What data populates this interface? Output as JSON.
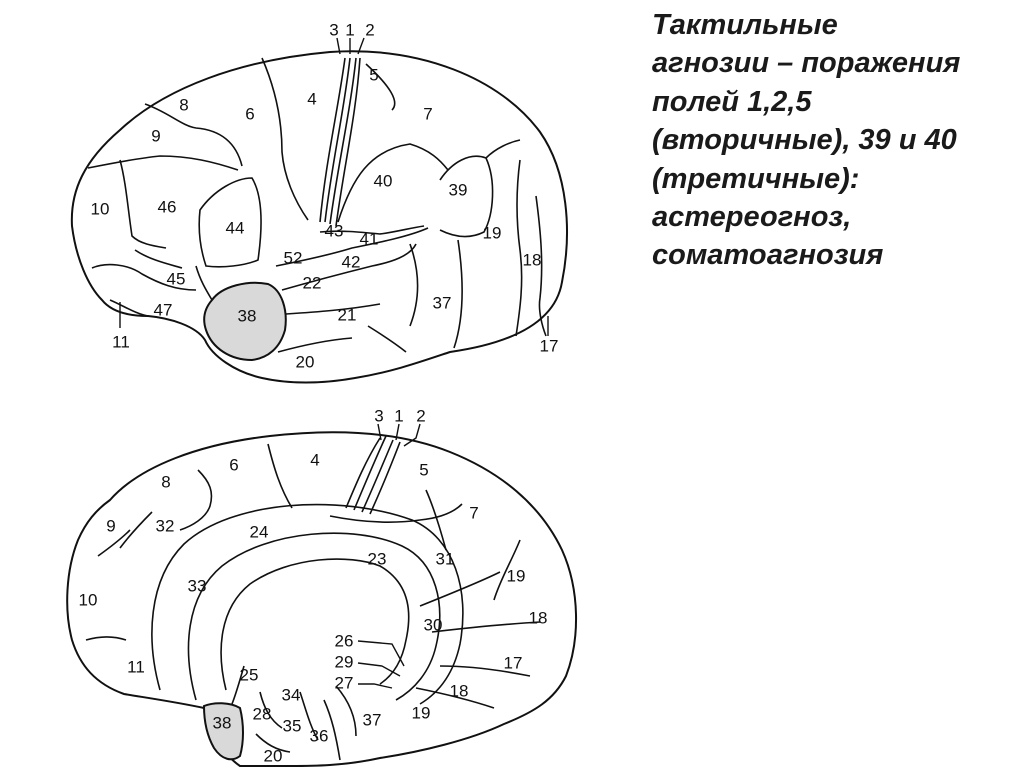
{
  "caption": {
    "lines": [
      "Тактильные",
      "агнозии – поражения",
      "полей 1,2,5",
      "(вторичные), 39 и 40",
      "(третичные):",
      "астереогноз,",
      "соматоагнозия"
    ]
  },
  "lateral_view": {
    "labels": [
      "3",
      "1",
      "2",
      "5",
      "4",
      "8",
      "6",
      "7",
      "9",
      "40",
      "39",
      "10",
      "46",
      "44",
      "43",
      "41",
      "19",
      "52",
      "42",
      "18",
      "45",
      "22",
      "37",
      "47",
      "38",
      "21",
      "11",
      "17",
      "20"
    ],
    "highlighted_field": "38"
  },
  "medial_view": {
    "labels": [
      "3",
      "1",
      "2",
      "6",
      "4",
      "5",
      "8",
      "7",
      "9",
      "32",
      "24",
      "23",
      "31",
      "19",
      "33",
      "10",
      "18",
      "30",
      "26",
      "29",
      "17",
      "11",
      "25",
      "27",
      "34",
      "18",
      "28",
      "38",
      "35",
      "37",
      "19",
      "36",
      "20"
    ],
    "highlighted_field": "38"
  },
  "colors": {
    "outline": "#111111",
    "highlight": "#d9d9d9",
    "text": "#1a1a1a"
  }
}
